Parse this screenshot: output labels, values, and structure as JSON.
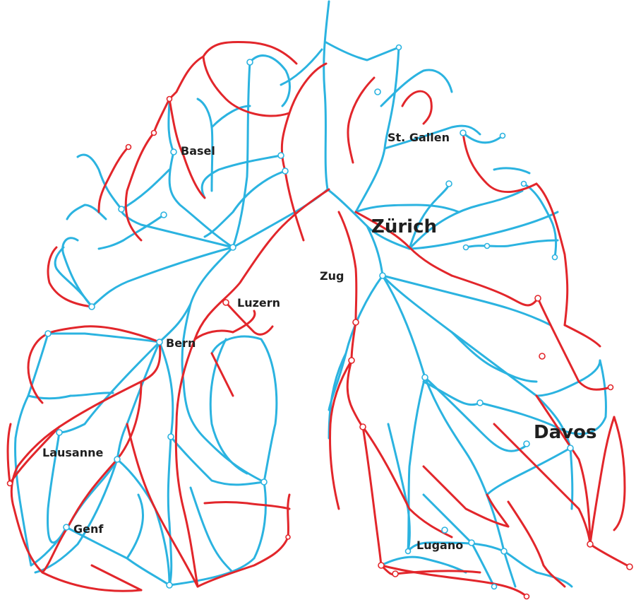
{
  "colors": {
    "blue_lines": "#2bb3e0",
    "red_lines": "#e2262b",
    "background": "#ffffff",
    "text": "#1f1f1f"
  },
  "cities": {
    "basel": "Basel",
    "st_gallen": "St. Gallen",
    "zurich": "Zürich",
    "zug": "Zug",
    "luzern": "Luzern",
    "bern": "Bern",
    "lausanne": "Lausanne",
    "genf": "Genf",
    "davos": "Davos",
    "lugano": "Lugano"
  }
}
